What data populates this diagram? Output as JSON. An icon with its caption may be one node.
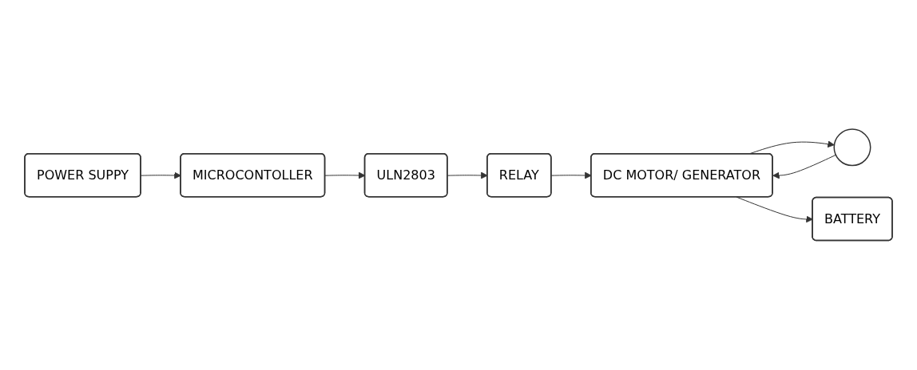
{
  "diagram": {
    "nodes": [
      {
        "text": [
          "MICROCONTOLLER"
        ]
      },
      {
        "text": [
          "ULN2803"
        ]
      },
      {
        "text": [
          "RELAY"
        ]
      },
      {
        "text": [
          "DC MOTOR/ GENERATOR"
        ]
      },
      {
        "text": [],
        "shape": "ellipse"
      },
      {
        "text": [
          "POWER SUPPY"
        ]
      },
      {
        "text": [
          "BATTERY"
        ]
      }
    ],
    "edges": [
      {
        "from": 0,
        "to": 1,
        "arrow": "to"
      },
      {
        "from": 1,
        "to": 2,
        "arrow": "to"
      },
      {
        "from": 2,
        "to": 3,
        "arrow": "to"
      },
      {
        "from": 3,
        "to": 4,
        "arrow": "to"
      },
      {
        "from": 4,
        "to": 3,
        "arrow": "to"
      },
      {
        "from": 5,
        "to": 0,
        "arrow": "to"
      },
      {
        "from": 3,
        "to": 6,
        "arrow": "to"
      }
    ]
  }
}
